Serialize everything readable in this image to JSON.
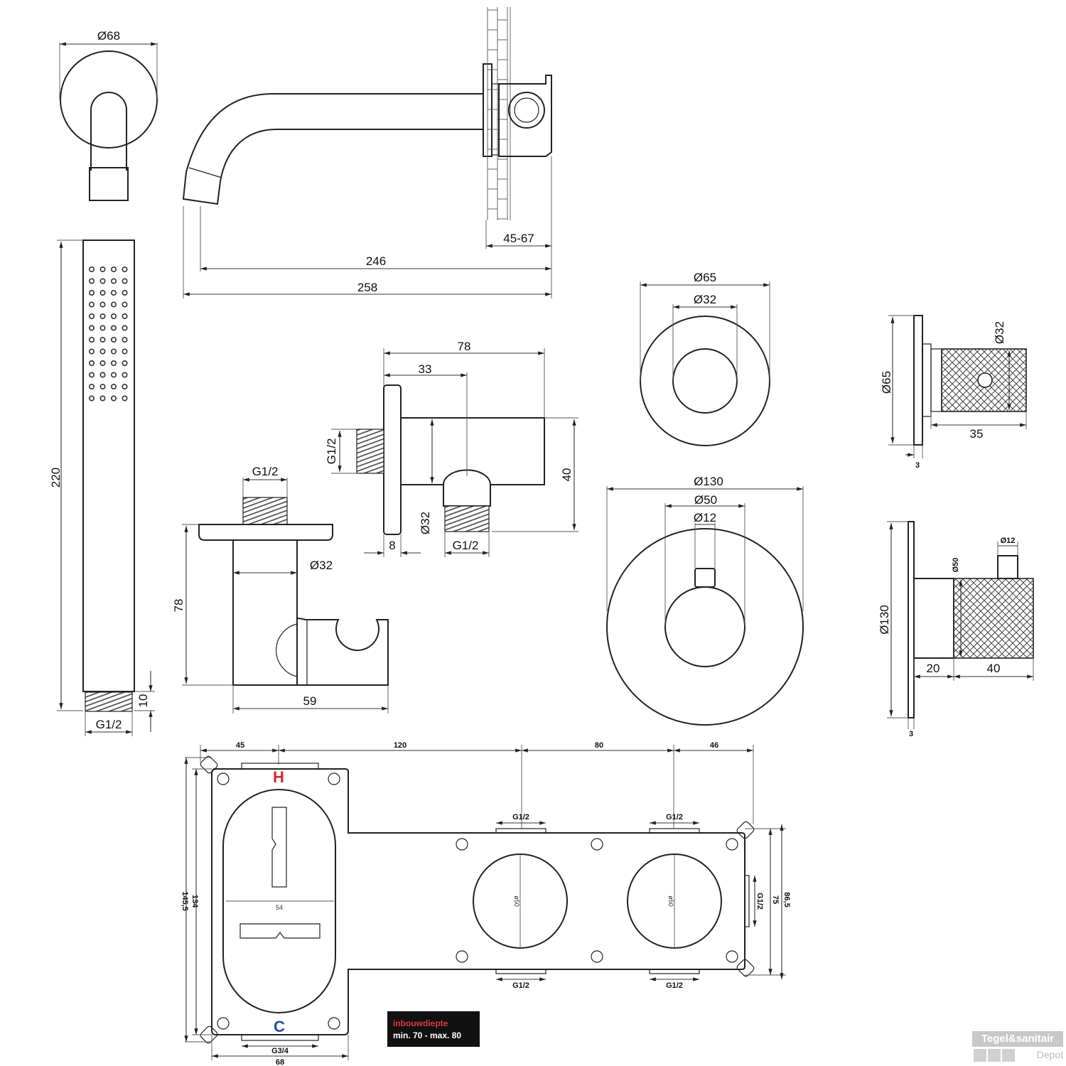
{
  "labels": {
    "d68": "Ø68",
    "d246": "246",
    "d258": "258",
    "d4567": "45-67",
    "d220": "220",
    "d10": "10",
    "g12_hand": "G1/2",
    "d78_top": "78",
    "d33": "33",
    "g12_elbow": "G1/2",
    "d40": "40",
    "d8": "8",
    "d32_elbow": "Ø32",
    "g12_elbow_bottom": "G1/2",
    "g12_holder": "G1/2",
    "d32_holder": "Ø32",
    "d78_holder": "78",
    "d59": "59",
    "d65": "Ø65",
    "d32_rose": "Ø32",
    "d130": "Ø130",
    "d50": "Ø50",
    "d12": "Ø12",
    "d65_side": "Ø65",
    "d32_side": "Ø32",
    "d35": "35",
    "d3_top": "3",
    "d130_side": "Ø130",
    "d50_side": "Ø50",
    "d12_side": "Ø12",
    "d20": "20",
    "d40_side": "40",
    "d3_bottom": "3",
    "box_45": "45",
    "box_120": "120",
    "box_80": "80",
    "box_46": "46",
    "box_h": "H",
    "box_c": "C",
    "box_g12_a": "G1/2",
    "box_g12_b": "G1/2",
    "box_g12_c": "G1/2",
    "box_g12_d": "G1/2",
    "box_g12_side": "G1/2",
    "box_g34": "G3/4",
    "box_68": "68",
    "box_54": "54",
    "box_145": "145,5",
    "box_134": "134",
    "box_75": "75",
    "box_865": "86,5",
    "box_o50_a": "ø50",
    "box_o50_b": "ø50"
  },
  "badge": {
    "line1": "inbouwdiepte",
    "line2": "min. 70 - max. 80"
  },
  "logo": {
    "top": "Tegel&sanitair",
    "bottom": "Depot"
  }
}
